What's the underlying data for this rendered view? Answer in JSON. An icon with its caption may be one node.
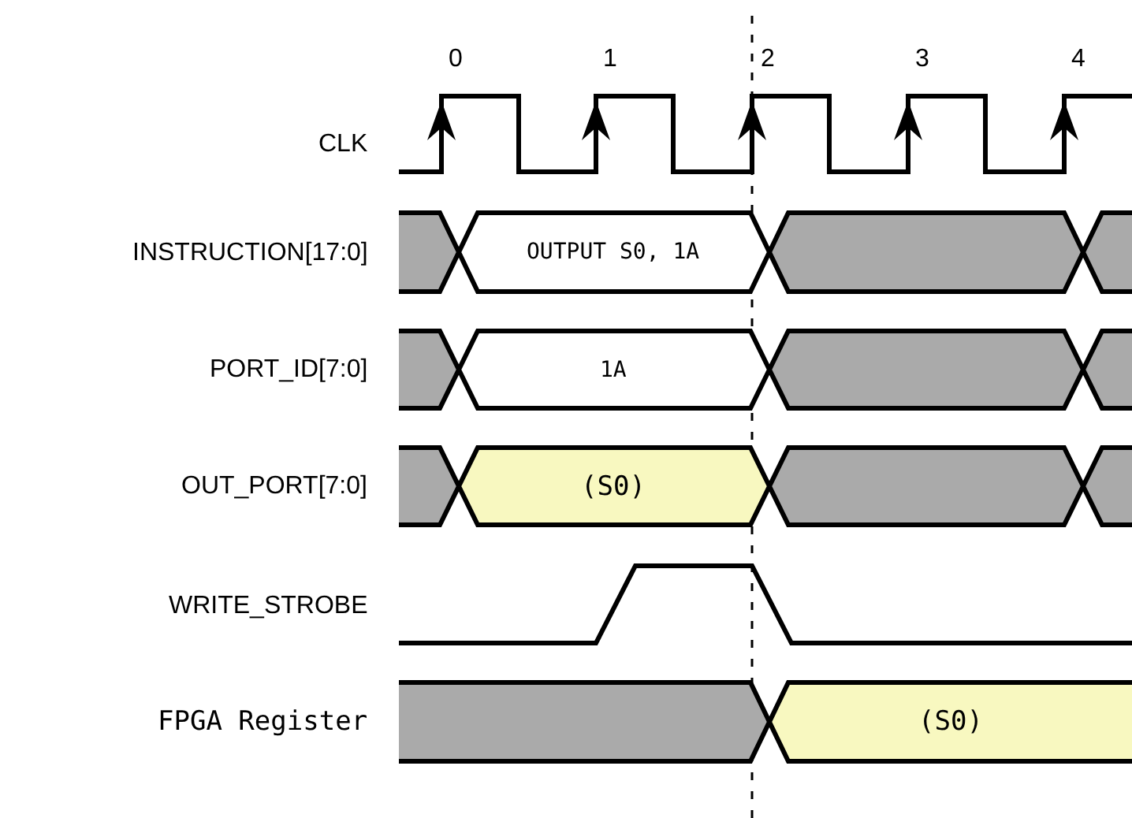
{
  "diagram": {
    "labels": [
      "0",
      "1",
      "2",
      "3",
      "4",
      "CLK",
      "INSTRUCTION[17:0]",
      "OUTPUT S0, 1A",
      "PORT_ID[7:0]",
      "1A",
      "OUT_PORT[7:0]",
      "(S0)",
      "WRITE_STROBE",
      "FPGA Register",
      "(S0)"
    ]
  }
}
